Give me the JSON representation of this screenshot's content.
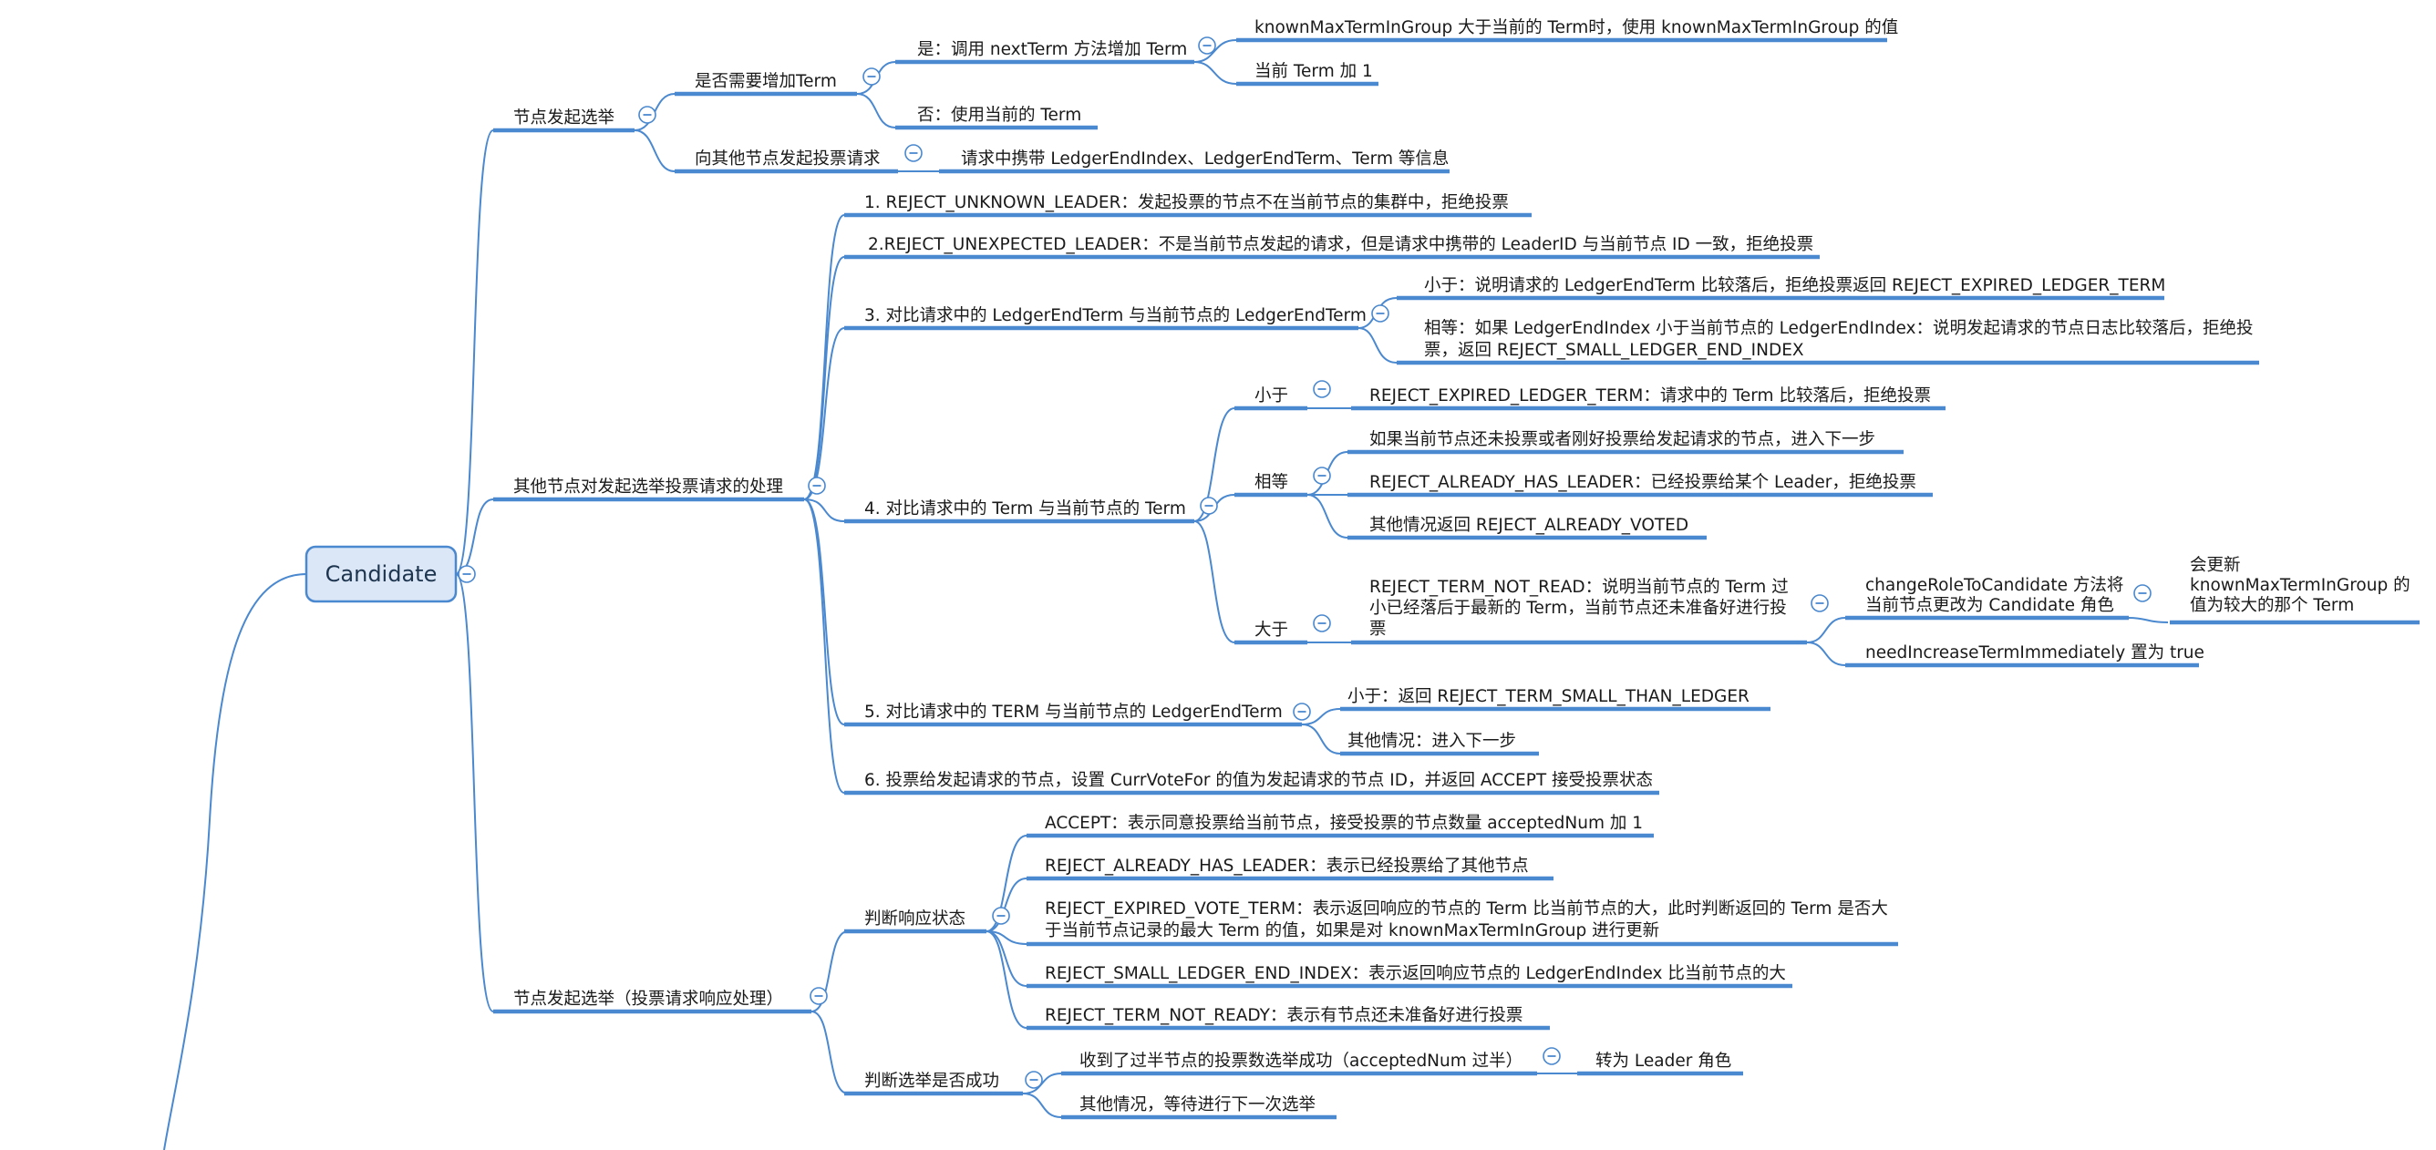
{
  "colors": {
    "line": "#4a88cf",
    "root_fill": "#dbe7f6",
    "root_border": "#4a88cf",
    "text": "#1a1a1a"
  },
  "root": {
    "label": "Candidate"
  },
  "nodes": {
    "n1": "节点发起选举",
    "n1_1": "是否需要增加Term",
    "n1_1_1": "是：调用 nextTerm 方法增加 Term",
    "n1_1_1_1": "knownMaxTermInGroup 大于当前的 Term时，使用 knownMaxTermInGroup 的值",
    "n1_1_1_2": "当前 Term 加 1",
    "n1_1_2": "否：使用当前的 Term",
    "n1_2": "向其他节点发起投票请求",
    "n1_2_1": "请求中携带 LedgerEndIndex、LedgerEndTerm、Term 等信息",
    "n2": "其他节点对发起选举投票请求的处理",
    "n2_1": "1. REJECT_UNKNOWN_LEADER：发起投票的节点不在当前节点的集群中，拒绝投票",
    "n2_2": "2.REJECT_UNEXPECTED_LEADER：不是当前节点发起的请求，但是请求中携带的 LeaderID 与当前节点 ID 一致，拒绝投票",
    "n2_3": "3. 对比请求中的 LedgerEndTerm 与当前节点的 LedgerEndTerm",
    "n2_3_1": "小于：说明请求的 LedgerEndTerm 比较落后，拒绝投票返回 REJECT_EXPIRED_LEDGER_TERM",
    "n2_3_2a": "相等：如果 LedgerEndIndex 小于当前节点的 LedgerEndIndex：说明发起请求的节点日志比较落后，拒绝投",
    "n2_3_2b": "票，返回 REJECT_SMALL_LEDGER_END_INDEX",
    "n2_4": "4. 对比请求中的 Term 与当前节点的 Term",
    "n2_4_1": "小于",
    "n2_4_1_1": "REJECT_EXPIRED_LEDGER_TERM：请求中的 Term 比较落后，拒绝投票",
    "n2_4_2": "相等",
    "n2_4_2_1": "如果当前节点还未投票或者刚好投票给发起请求的节点，进入下一步",
    "n2_4_2_2": "REJECT_ALREADY_HAS_LEADER：已经投票给某个 Leader，拒绝投票",
    "n2_4_2_3": "其他情况返回 REJECT_ALREADY_VOTED",
    "n2_4_3": "大于",
    "n2_4_3_1a": "REJECT_TERM_NOT_READ：说明当前节点的 Term 过",
    "n2_4_3_1b": "小已经落后于最新的 Term，当前节点还未准备好进行投",
    "n2_4_3_1c": "票",
    "n2_4_3_1_1a": "changeRoleToCandidate 方法将",
    "n2_4_3_1_1b": "当前节点更改为 Candidate 角色",
    "n2_4_3_1_1_1a": "会更新",
    "n2_4_3_1_1_1b": "knownMaxTermInGroup 的",
    "n2_4_3_1_1_1c": "值为较大的那个 Term",
    "n2_4_3_1_2": "needIncreaseTermImmediately 置为 true",
    "n2_5": "5. 对比请求中的 TERM 与当前节点的 LedgerEndTerm",
    "n2_5_1": "小于：返回 REJECT_TERM_SMALL_THAN_LEDGER",
    "n2_5_2": "其他情况：进入下一步",
    "n2_6": "6. 投票给发起请求的节点，设置 CurrVoteFor 的值为发起请求的节点 ID，并返回 ACCEPT 接受投票状态",
    "n3": "节点发起选举（投票请求响应处理）",
    "n3_1": "判断响应状态",
    "n3_1_1": "ACCEPT：表示同意投票给当前节点，接受投票的节点数量 acceptedNum 加 1",
    "n3_1_2": "REJECT_ALREADY_HAS_LEADER：表示已经投票给了其他节点",
    "n3_1_3a": "REJECT_EXPIRED_VOTE_TERM：表示返回响应的节点的 Term 比当前节点的大，此时判断返回的 Term 是否大",
    "n3_1_3b": "于当前节点记录的最大 Term 的值，如果是对 knownMaxTermInGroup 进行更新",
    "n3_1_4": "REJECT_SMALL_LEDGER_END_INDEX：表示返回响应节点的 LedgerEndIndex 比当前节点的大",
    "n3_1_5": "REJECT_TERM_NOT_READY：表示有节点还未准备好进行投票",
    "n3_2": "判断选举是否成功",
    "n3_2_1": "收到了过半节点的投票数选举成功（acceptedNum 过半）",
    "n3_2_1_1": "转为 Leader 角色",
    "n3_2_2": "其他情况，等待进行下一次选举"
  }
}
